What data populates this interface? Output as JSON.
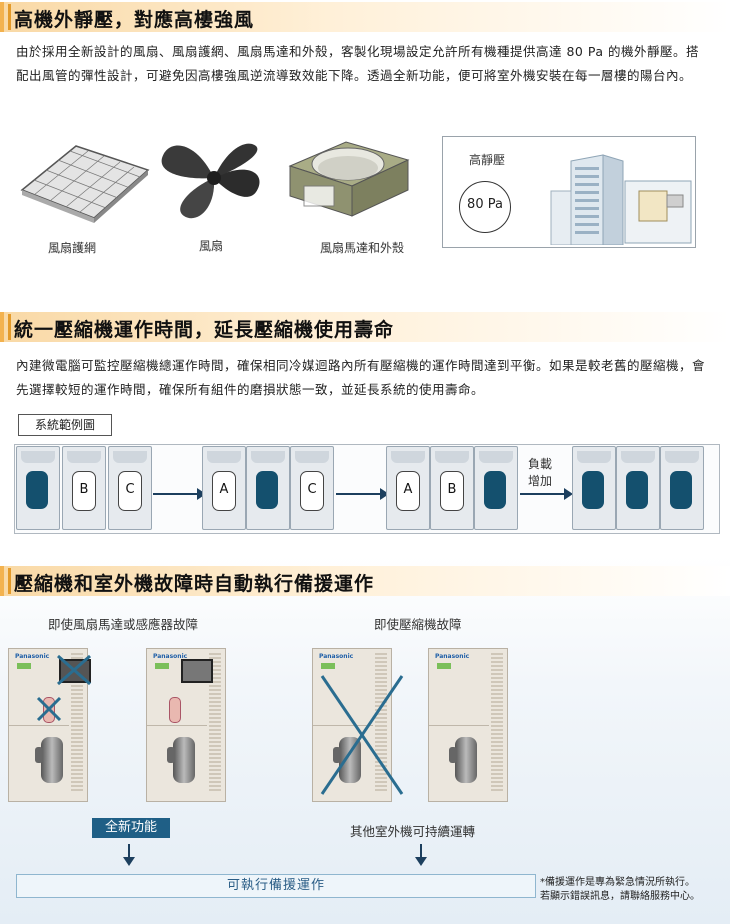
{
  "section1": {
    "title": "高機外靜壓，對應高樓強風",
    "paragraph": "由於採用全新設計的風扇、風扇護網、風扇馬達和外殼，客製化現場設定允許所有機種提供高達 80 Pa 的機外靜壓。搭配出風管的彈性設計，可避免因高樓強風逆流導致效能下降。透過全新功能，便可將室外機安裝在每一層樓的陽台內。",
    "parts": [
      {
        "label": "風扇護網"
      },
      {
        "label": "風扇"
      },
      {
        "label": "風扇馬達和外殼"
      }
    ],
    "pressure_title": "高靜壓",
    "pressure_value": "80 Pa"
  },
  "section2": {
    "title": "統一壓縮機運作時間，延長壓縮機使用壽命",
    "paragraph": "內建微電腦可監控壓縮機總運作時間，確保相同冷媒迴路內所有壓縮機的運作時間達到平衡。如果是較老舊的壓縮機，會先選擇較短的運作時間，確保所有組件的磨損狀態一致，並延長系統的使用壽命。",
    "example_label": "系統範例圖",
    "load_label_1": "負載",
    "load_label_2": "增加",
    "groups": [
      {
        "units": [
          "",
          "B",
          "C"
        ]
      },
      {
        "units": [
          "A",
          "",
          "C"
        ]
      },
      {
        "units": [
          "A",
          "B",
          ""
        ]
      },
      {
        "units": [
          "",
          "",
          ""
        ]
      }
    ]
  },
  "section3": {
    "title": "壓縮機和室外機故障時自動執行備援運作",
    "left_caption": "即使風扇馬達或感應器故障",
    "right_caption": "即使壓縮機故障",
    "brand": "Panasonic",
    "left_button": "全新功能",
    "right_text": "其他室外機可持續運轉",
    "result_text": "可執行備援運作",
    "note_line1": "*備援運作是專為緊急情況所執行。",
    "note_line2": "若顯示錯誤訊息，請聯絡服務中心。"
  },
  "colors": {
    "header_accent": "#f3b24f",
    "unit_dark": "#14506e",
    "arrow": "#1c3f5e",
    "cross": "#2a6d90"
  }
}
